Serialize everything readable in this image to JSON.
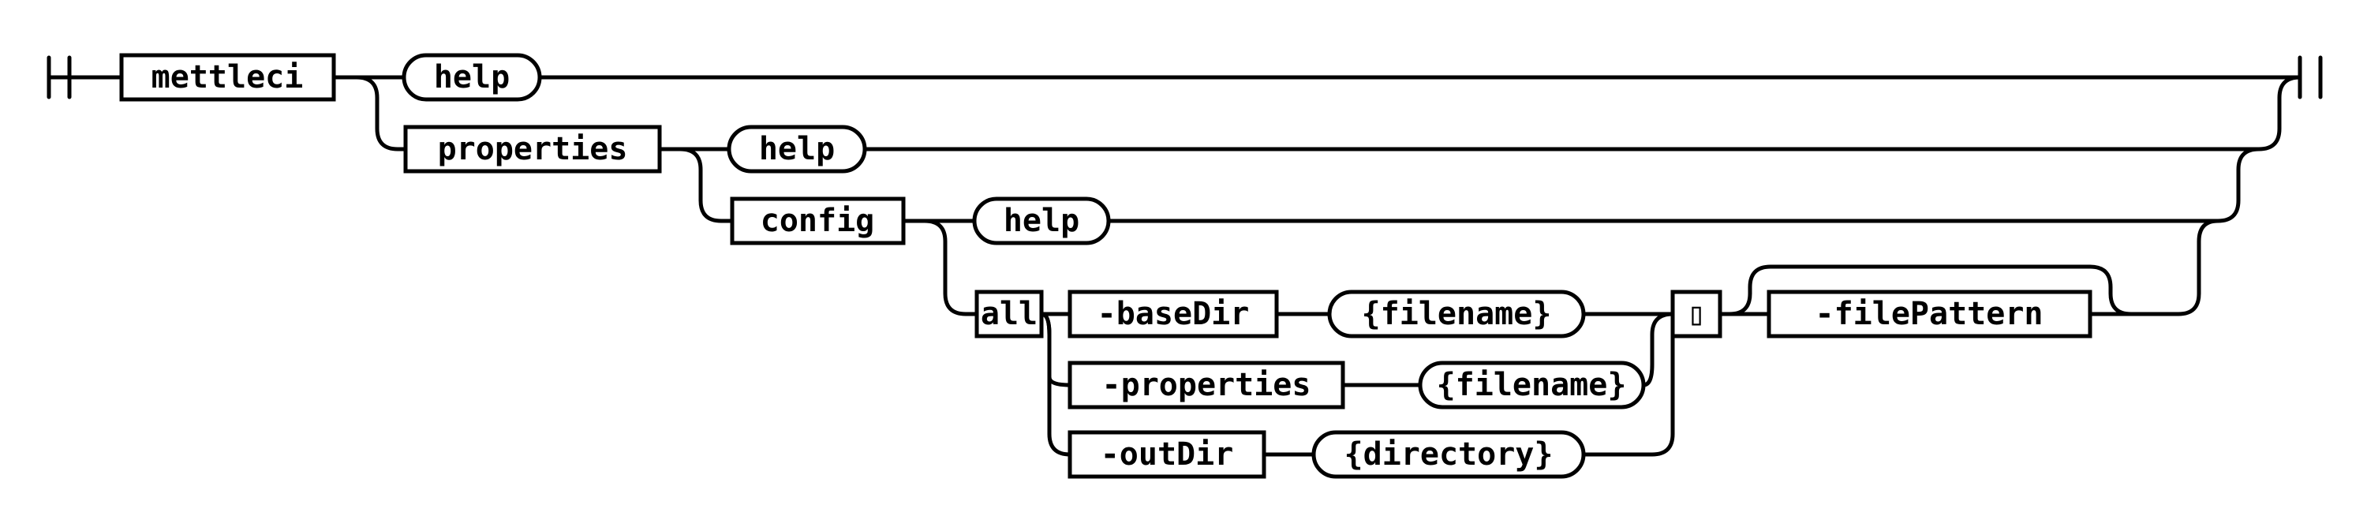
{
  "colors": {
    "stroke": "#000000",
    "fill": "#ffffff",
    "text": "#000000"
  },
  "diagram": {
    "root": "mettleci",
    "root_help": "help",
    "properties": "properties",
    "properties_help": "help",
    "config": "config",
    "config_help": "help",
    "all": "all",
    "base_dir_flag": "-baseDir",
    "base_dir_value": "{filename}",
    "properties_flag": "-properties",
    "properties_value": "{filename}",
    "out_dir_flag": "-outDir",
    "out_dir_value": "{directory}",
    "join_symbol": "▯",
    "file_pattern_flag": "-filePattern"
  }
}
